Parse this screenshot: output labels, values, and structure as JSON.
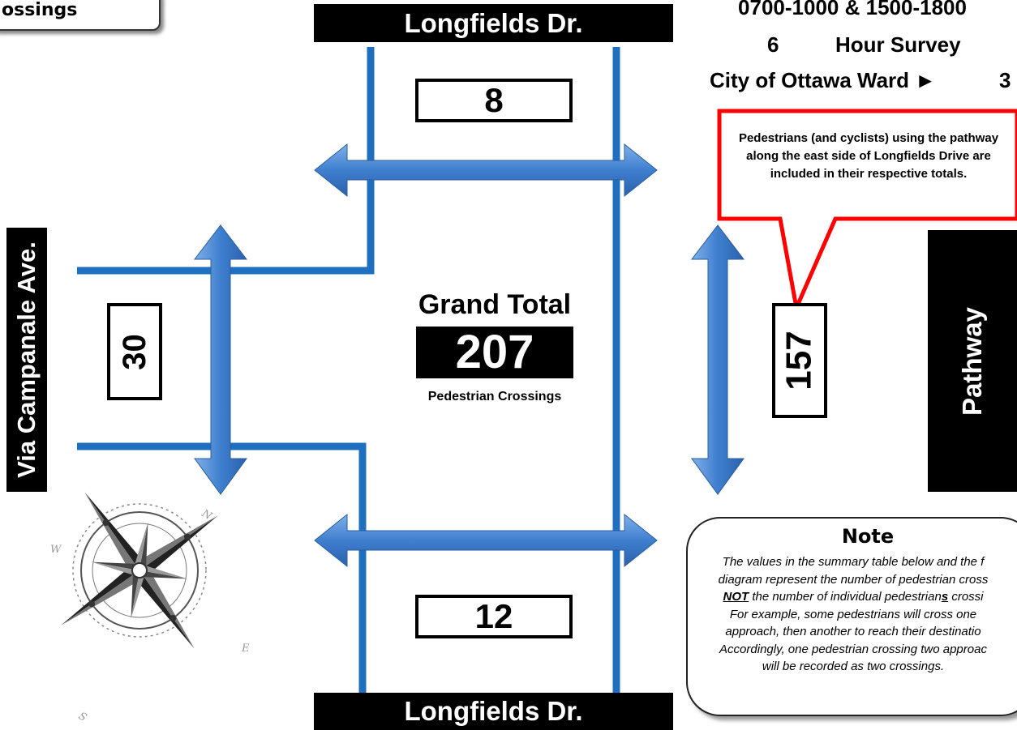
{
  "title_tab": "ossings",
  "streets": {
    "north": "Longfields Dr.",
    "south": "Longfields Dr.",
    "west": "Via Campanale Ave.",
    "east": "Pathway"
  },
  "survey": {
    "hours": "0700-1000 & 1500-1800",
    "duration_number": "6",
    "duration_label": "Hour Survey",
    "ward_label": "City of Ottawa Ward ►",
    "ward_number": "3"
  },
  "counts": {
    "north": "8",
    "south": "12",
    "west": "30",
    "east": "157"
  },
  "grand_total": {
    "label": "Grand Total",
    "value": "207",
    "sublabel": "Pedestrian Crossings"
  },
  "callout": "Pedestrians (and cyclists) using the pathway along the east side of Longfields Drive are included in their respective totals.",
  "note": {
    "title": "Note",
    "line1": "The values in the summary table below and the f",
    "line2": "diagram represent the number of pedestrian cross",
    "line3_em": "NOT",
    "line3_mid": " the number of individual pedestrian",
    "line3_em2": "s",
    "line3_end": " crossi",
    "line4": "For example, some pedestrians will cross one",
    "line5": "approach, then another to reach their destinatio",
    "line6": "Accordingly, one pedestrian crossing two approac",
    "line7": "will be recorded as two crossings."
  },
  "compass_letters": {
    "n": "N",
    "w": "W",
    "e": "E",
    "s": "S"
  },
  "colors": {
    "road": "#1f6fc0",
    "arrow": "#4a86d0",
    "callout": "#ff0000"
  }
}
